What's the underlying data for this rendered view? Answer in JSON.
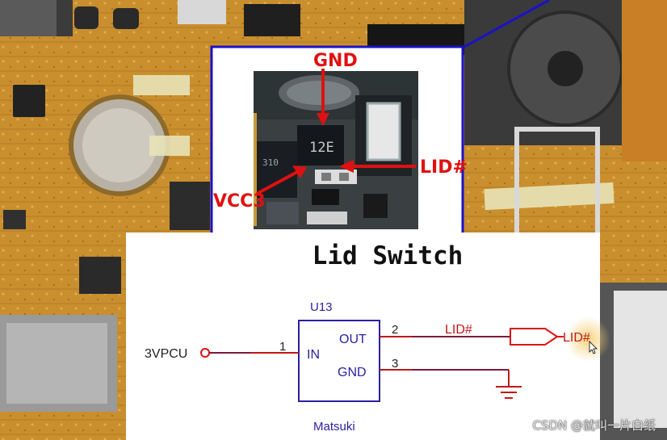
{
  "inset": {
    "labels": {
      "gnd": "GND",
      "lid": "LID#",
      "vcc": "VCC3"
    },
    "chip_marking": "12E"
  },
  "schematic": {
    "title": "Lid Switch",
    "ref": "U13",
    "part": "Matsuki",
    "input_net": "3VPCU",
    "pins": {
      "in_num": "1",
      "in_name": "IN",
      "out_num": "2",
      "out_name": "OUT",
      "gnd_num": "3",
      "gnd_name": "GND"
    },
    "net_label": "LID#",
    "output_port": "LID#"
  },
  "watermark": "CSDN @就叫一片白纸",
  "colors": {
    "board": "#c98f2e",
    "inset_border": "#1a12c8",
    "callout": "#e01010",
    "schematic_wire": "#7a1b3a",
    "schematic_box": "#2a1fa0",
    "cursor_highlight": "#f5c96a"
  }
}
